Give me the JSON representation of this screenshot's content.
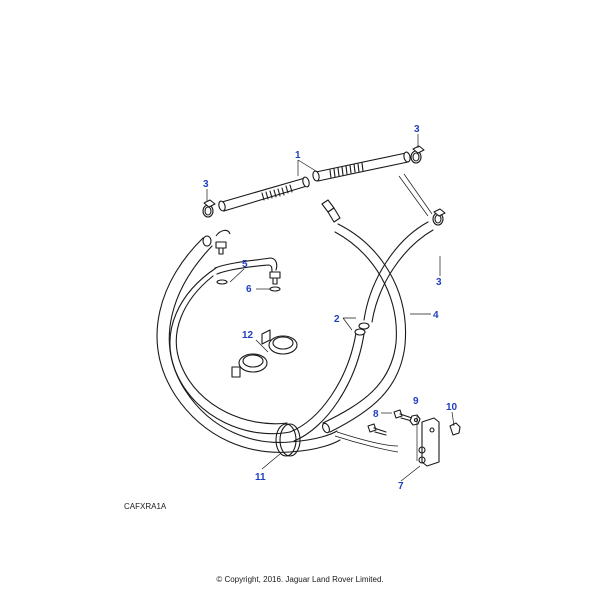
{
  "diagram": {
    "reference_code": "CAFXRA1A",
    "copyright": "© Copyright, 2016. Jaguar Land Rover Limited.",
    "callouts": [
      {
        "id": "c1",
        "label": "1"
      },
      {
        "id": "c2",
        "label": "2"
      },
      {
        "id": "c3a",
        "label": "3"
      },
      {
        "id": "c3b",
        "label": "3"
      },
      {
        "id": "c3c",
        "label": "3"
      },
      {
        "id": "c4",
        "label": "4"
      },
      {
        "id": "c5",
        "label": "5"
      },
      {
        "id": "c6",
        "label": "6"
      },
      {
        "id": "c7",
        "label": "7"
      },
      {
        "id": "c8",
        "label": "8"
      },
      {
        "id": "c9",
        "label": "9"
      },
      {
        "id": "c10",
        "label": "10"
      },
      {
        "id": "c11",
        "label": "11"
      },
      {
        "id": "c12",
        "label": "12"
      }
    ],
    "colors": {
      "callout": "#1f3fbf",
      "line": "#1a1a1a"
    }
  }
}
